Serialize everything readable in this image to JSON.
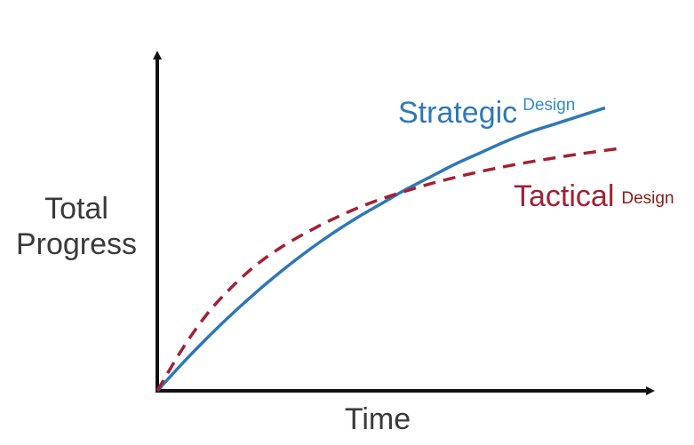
{
  "chart_data": {
    "type": "line",
    "xlabel": "Time",
    "ylabel_lines": [
      "Total",
      "Progress"
    ],
    "xlim": [
      0,
      1
    ],
    "ylim": [
      0,
      1
    ],
    "grid": false,
    "axes": "arrows-no-ticks",
    "series": [
      {
        "name": "Strategic",
        "name_suffix": "Design",
        "color": "#2e78b6",
        "suffix_color": "#2e8fcc",
        "style": "solid",
        "x": [
          0,
          0.05,
          0.1,
          0.15,
          0.2,
          0.25,
          0.3,
          0.35,
          0.4,
          0.45,
          0.5,
          0.55,
          0.6,
          0.65,
          0.7,
          0.75,
          0.8,
          0.85,
          0.9
        ],
        "y": [
          0,
          0.085,
          0.165,
          0.24,
          0.31,
          0.375,
          0.435,
          0.49,
          0.54,
          0.585,
          0.63,
          0.67,
          0.71,
          0.745,
          0.78,
          0.81,
          0.835,
          0.86,
          0.885
        ]
      },
      {
        "name": "Tactical",
        "name_suffix": "Design",
        "color": "#a32034",
        "suffix_color": "#8b1a1a",
        "style": "dashed",
        "x": [
          0,
          0.05,
          0.1,
          0.15,
          0.2,
          0.25,
          0.3,
          0.35,
          0.4,
          0.45,
          0.5,
          0.55,
          0.6,
          0.65,
          0.7,
          0.75,
          0.8,
          0.85,
          0.9,
          0.93
        ],
        "y": [
          0,
          0.13,
          0.24,
          0.325,
          0.395,
          0.45,
          0.495,
          0.535,
          0.57,
          0.6,
          0.625,
          0.648,
          0.668,
          0.686,
          0.702,
          0.716,
          0.729,
          0.741,
          0.752,
          0.758
        ]
      }
    ]
  }
}
